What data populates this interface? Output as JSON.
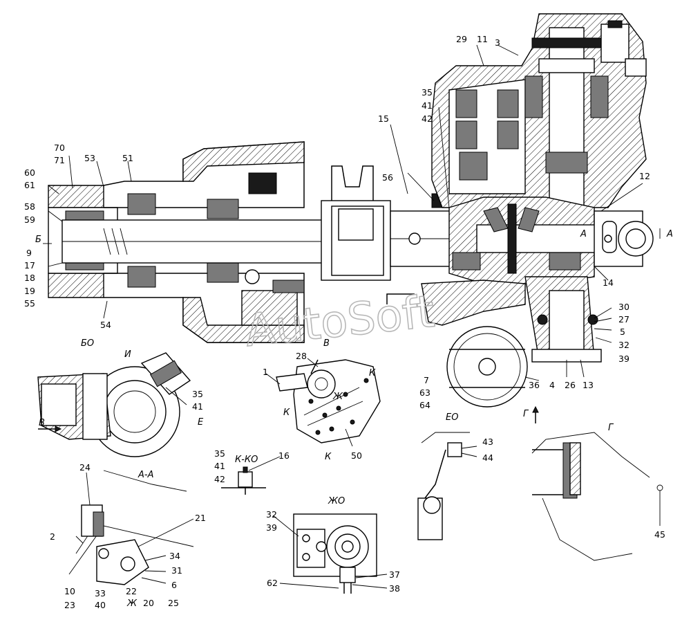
{
  "watermark": "AutoSoft",
  "section_labels": {
    "bo": "БО",
    "v": "В",
    "eo": "ЕО",
    "g_arrow": "Г",
    "g": "Г",
    "aa": "А-А",
    "k_ko": "К-КО",
    "zho": "ЖО",
    "b_arrow": "Б",
    "v_arrow": "В",
    "a_left": "А",
    "a_right": "А",
    "k_top": "К",
    "k_left": "К",
    "k_bottom": "К",
    "zh_small": "Ж",
    "zh_bottom": "Ж",
    "i": "И",
    "e": "Е"
  },
  "callouts": [
    "70",
    "71",
    "53",
    "51",
    "60",
    "61",
    "58",
    "59",
    "9",
    "17",
    "18",
    "19",
    "55",
    "54",
    "29",
    "11",
    "3",
    "35",
    "41",
    "42",
    "15",
    "56",
    "12",
    "14",
    "30",
    "27",
    "5",
    "32",
    "39",
    "28",
    "1",
    "7",
    "63",
    "64",
    "36",
    "4",
    "26",
    "13",
    "50",
    "35",
    "41",
    "43",
    "44",
    "35",
    "41",
    "42",
    "16",
    "24",
    "2",
    "21",
    "34",
    "31",
    "6",
    "10",
    "33",
    "22",
    "23",
    "40",
    "20",
    "25",
    "32",
    "39",
    "62",
    "37",
    "38",
    "45"
  ]
}
